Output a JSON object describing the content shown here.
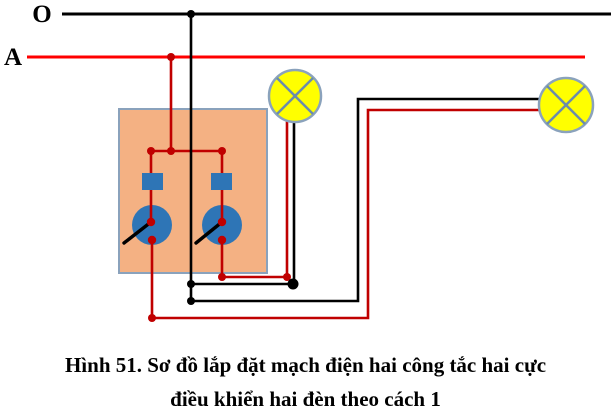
{
  "diagram": {
    "labels": {
      "neutral": "O",
      "phase": "A"
    },
    "caption_line1": "Hình 51. Sơ đồ lắp đặt mạch điện hai công tắc hai cực",
    "caption_line2": "điều khiển hai đèn theo cách 1"
  },
  "colors": {
    "page_bg": "#ffffff",
    "text_color": "#000000",
    "phase_line": "#ff0000",
    "neutral_line": "#000000",
    "wire_red": "#c00000",
    "wire_black": "#000000",
    "board_fill": "#f4b183",
    "board_border": "#8aa2bc",
    "device_blue": "#2e75b6",
    "lamp_fill": "#ffff00",
    "lamp_stroke": "#8aa2bc",
    "lamp_cross": "#6b8cab"
  }
}
